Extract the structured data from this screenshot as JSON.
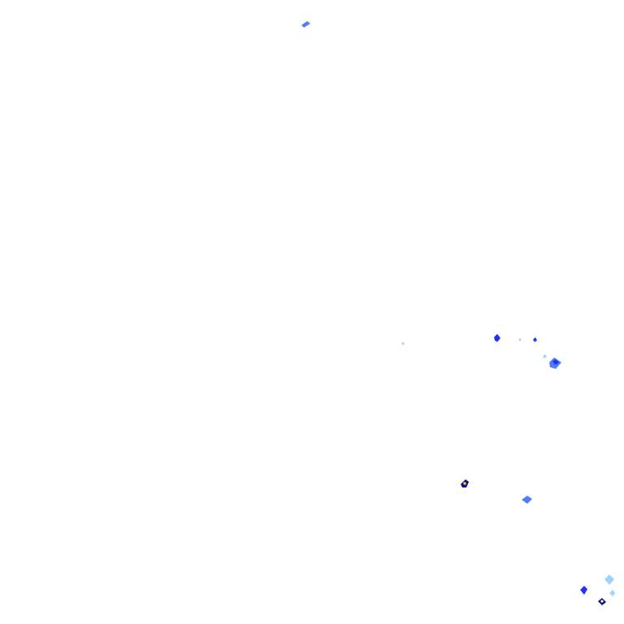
{
  "map": {
    "background_color": "#ffffff",
    "legend_colors": {
      "light": "#9fd3ff",
      "light_moderate": "#4f7cff",
      "moderate": "#2430f2",
      "heavy": "#0a108a"
    },
    "cells": [
      {
        "intensity": "light_moderate"
      },
      {
        "intensity": "moderate"
      },
      {
        "intensity": "light"
      },
      {
        "intensity": "moderate"
      },
      {
        "intensity": "light"
      },
      {
        "intensity": "light_moderate"
      },
      {
        "intensity": "heavy"
      },
      {
        "intensity": "light_moderate"
      },
      {
        "intensity": "moderate"
      },
      {
        "intensity": "light"
      },
      {
        "intensity": "light"
      },
      {
        "intensity": "heavy"
      },
      {
        "intensity": "light"
      }
    ]
  }
}
